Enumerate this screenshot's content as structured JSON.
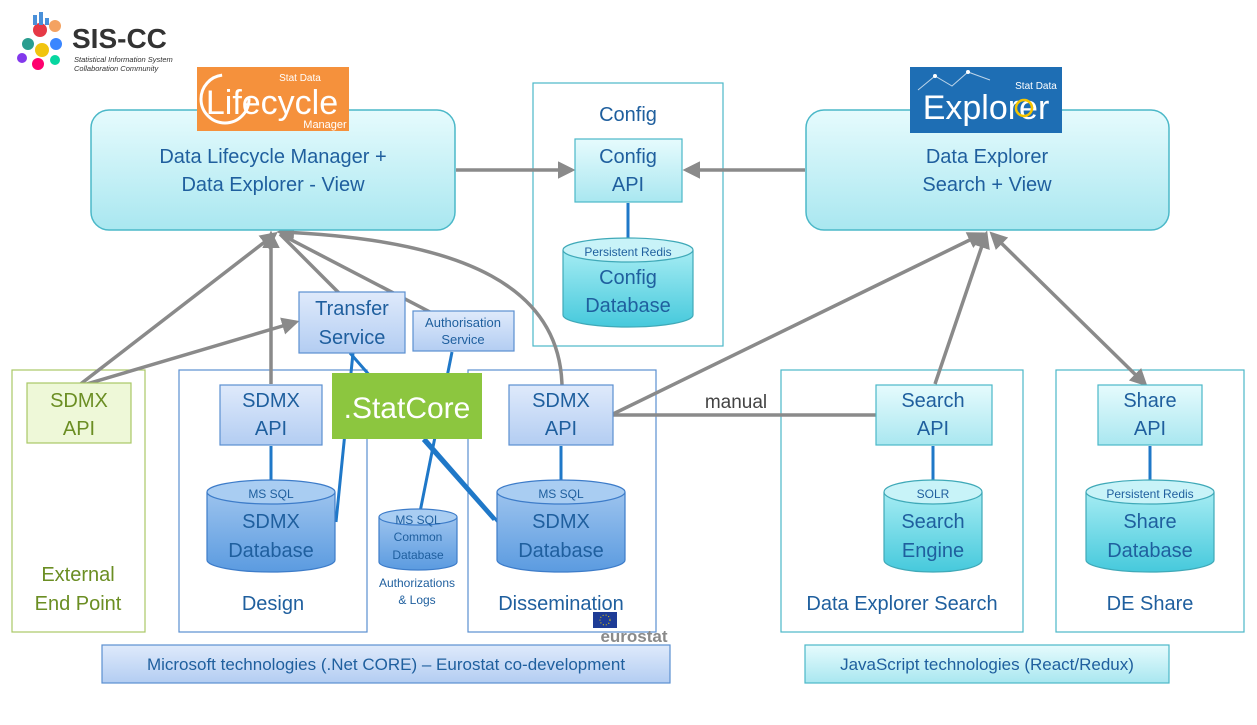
{
  "logo": {
    "name": "SIS-CC",
    "subtitle_line1": "Statistical Information System",
    "subtitle_line2": "Collaboration Community"
  },
  "brand_lifecycle": {
    "small": "Stat Data",
    "main": "Lifecycle",
    "sub": "Manager"
  },
  "brand_explorer": {
    "small": "Stat Data",
    "main": "Explorer"
  },
  "brand_statcore": {
    "main": ".StatCore"
  },
  "brand_eurostat": {
    "main": "eurostat"
  },
  "frontends": {
    "dlm": {
      "line1": "Data Lifecycle Manager +",
      "line2": "Data Explorer - View"
    },
    "de": {
      "line1": "Data Explorer",
      "line2": "Search + View"
    }
  },
  "config": {
    "group": "Config",
    "api_line1": "Config",
    "api_line2": "API",
    "db_tag": "Persistent Redis",
    "db_line1": "Config",
    "db_line2": "Database"
  },
  "services": {
    "transfer_line1": "Transfer",
    "transfer_line2": "Service",
    "auth_line1": "Authorisation",
    "auth_line2": "Service"
  },
  "external": {
    "api_line1": "SDMX",
    "api_line2": "API",
    "label_line1": "External",
    "label_line2": "End Point"
  },
  "design": {
    "api_line1": "SDMX",
    "api_line2": "API",
    "db_tag": "MS SQL",
    "db_line1": "SDMX",
    "db_line2": "Database",
    "label": "Design"
  },
  "common_db": {
    "line1": "MS SQL",
    "line2": "Common",
    "line3": "Database",
    "caption_line1": "Authorizations",
    "caption_line2": "& Logs"
  },
  "dissemination": {
    "api_line1": "SDMX",
    "api_line2": "API",
    "db_tag": "MS SQL",
    "db_line1": "SDMX",
    "db_line2": "Database",
    "label": "Dissemination"
  },
  "search": {
    "api_line1": "Search",
    "api_line2": "API",
    "db_tag": "SOLR",
    "db_line1": "Search",
    "db_line2": "Engine",
    "label": "Data Explorer Search"
  },
  "share": {
    "api_line1": "Share",
    "api_line2": "API",
    "db_tag": "Persistent Redis",
    "db_line1": "Share",
    "db_line2": "Database",
    "label": "DE Share"
  },
  "edge_manual": "manual",
  "footer": {
    "microsoft": "Microsoft technologies (.Net CORE) – Eurostat co-development",
    "javascript": "JavaScript technologies (React/Redux)"
  },
  "colors": {
    "cyan_fill": "#c6f0f5",
    "cyan_stroke": "#4bb8c8",
    "blue_fill": "#c9dcf5",
    "blue_stroke": "#5b8fd0",
    "green_fill": "#eef8d8",
    "green_stroke": "#a9c766",
    "statcore": "#8cc63f",
    "lifecycle": "#f5913c",
    "explorer": "#1e6eb4",
    "arrow": "#8a8a8a"
  }
}
